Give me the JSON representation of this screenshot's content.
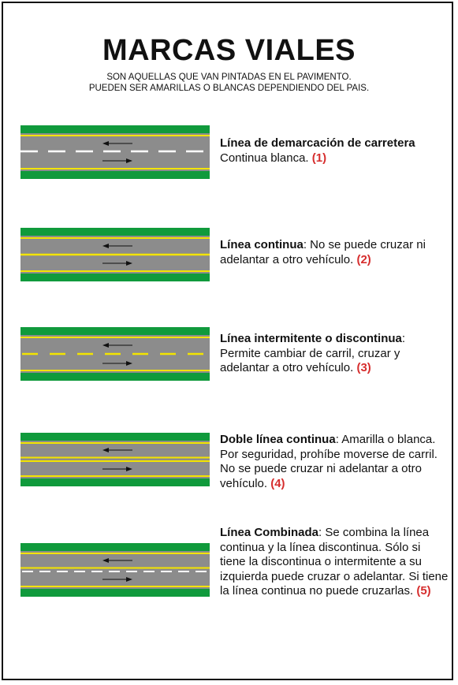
{
  "title": "MARCAS VIALES",
  "subtitle_line1": "SON AQUELLAS QUE VAN PINTADAS EN EL PAVIMENTO.",
  "subtitle_line2": "PUEDEN SER AMARILLAS O BLANCAS DEPENDIENDO DEL PAIS.",
  "colors": {
    "grass": "#109a3c",
    "asphalt": "#8c8c8c",
    "yellow": "#f3e400",
    "white": "#ffffff",
    "number": "#d62d2d"
  },
  "items": [
    {
      "term": "Línea de demarcación de carretera",
      "text": "Continua blanca.",
      "number": "(1)",
      "center_line": "white-dashed"
    },
    {
      "term": "Línea continua",
      "text": ": No se puede cruzar ni adelantar a otro vehículo.",
      "number": "(2)",
      "center_line": "yellow-solid"
    },
    {
      "term": "Línea intermitente o discontinua",
      "text": ": Permite cambiar de carril, cruzar y adelantar a otro vehículo.",
      "number": "(3)",
      "center_line": "yellow-dashed"
    },
    {
      "term": "Doble línea continua",
      "text": ": Amarilla o blanca. Por seguridad, prohíbe moverse de carril. No se puede cruzar ni adelantar a otro vehículo.",
      "number": "(4)",
      "center_line": "yellow-double"
    },
    {
      "term": "Línea Combinada",
      "text": ": Se combina la línea continua y la línea discontinua. Sólo si tiene la discontinua o intermitente a su izquierda puede cruzar o adelantar. Si tiene la línea continua no puede cruzarlas.",
      "number": "(5)",
      "center_line": "yellow-solid-white-dashed"
    }
  ]
}
